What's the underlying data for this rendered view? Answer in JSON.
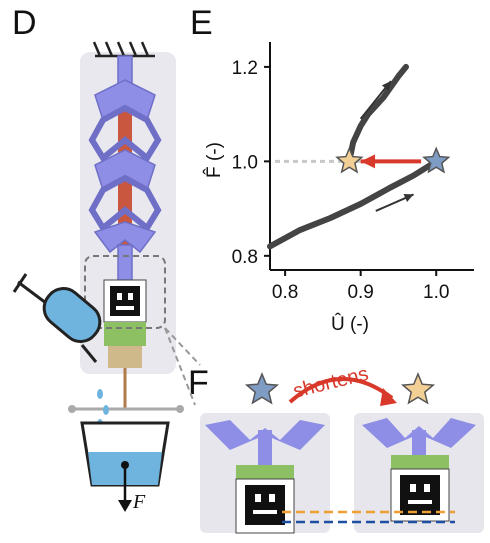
{
  "panels": {
    "d": "D",
    "e": "E",
    "f": "F"
  },
  "panel_d": {
    "force_label": "F",
    "colors": {
      "robot": "#8e8ee6",
      "green": "#8cc063",
      "water": "#6fb4de",
      "strip": "#c9573f"
    }
  },
  "panel_f": {
    "annotation": "shortens",
    "colors": {
      "arrow": "#d8392b",
      "star_before": "#7f9cc4",
      "star_after": "#f2cf95",
      "line_before": "#1f4fa3",
      "line_after": "#f0a030"
    }
  },
  "chart_data": {
    "type": "line",
    "xlabel": "Û (-)",
    "ylabel": "F̂ (-)",
    "xlim": [
      0.78,
      1.05
    ],
    "ylim": [
      0.77,
      1.24
    ],
    "xticks": [
      "0.8",
      "0.9",
      "1.0"
    ],
    "yticks": [
      "0.8",
      "1.0",
      "1.2"
    ],
    "reference_line": {
      "y": 1.0,
      "style": "dashed",
      "color": "#c8c8c8"
    },
    "series": [
      {
        "x": [
          0.78,
          0.82,
          0.86,
          0.9,
          0.94,
          0.97,
          1.0
        ],
        "y": [
          0.82,
          0.855,
          0.88,
          0.91,
          0.945,
          0.97,
          1.0
        ],
        "color": "#444444"
      },
      {
        "x": [
          0.885,
          0.89,
          0.9,
          0.91,
          0.93,
          0.95,
          0.96
        ],
        "y": [
          1.0,
          1.04,
          1.075,
          1.1,
          1.135,
          1.18,
          1.2
        ],
        "color": "#444444"
      }
    ],
    "markers": [
      {
        "x": 1.0,
        "y": 1.0,
        "shape": "star",
        "color": "#7f9cc4"
      },
      {
        "x": 0.885,
        "y": 1.0,
        "shape": "star",
        "color": "#f2cf95"
      }
    ],
    "annotations": [
      {
        "type": "arrow",
        "from": [
          0.98,
          1.0
        ],
        "to": [
          0.9,
          1.0
        ],
        "color": "#d8392b"
      },
      {
        "type": "arrow",
        "from": [
          0.9,
          1.09
        ],
        "to": [
          0.94,
          1.17
        ],
        "color": "#333333"
      },
      {
        "type": "arrow",
        "from": [
          0.92,
          0.895
        ],
        "to": [
          0.97,
          0.93
        ],
        "color": "#333333"
      }
    ]
  }
}
